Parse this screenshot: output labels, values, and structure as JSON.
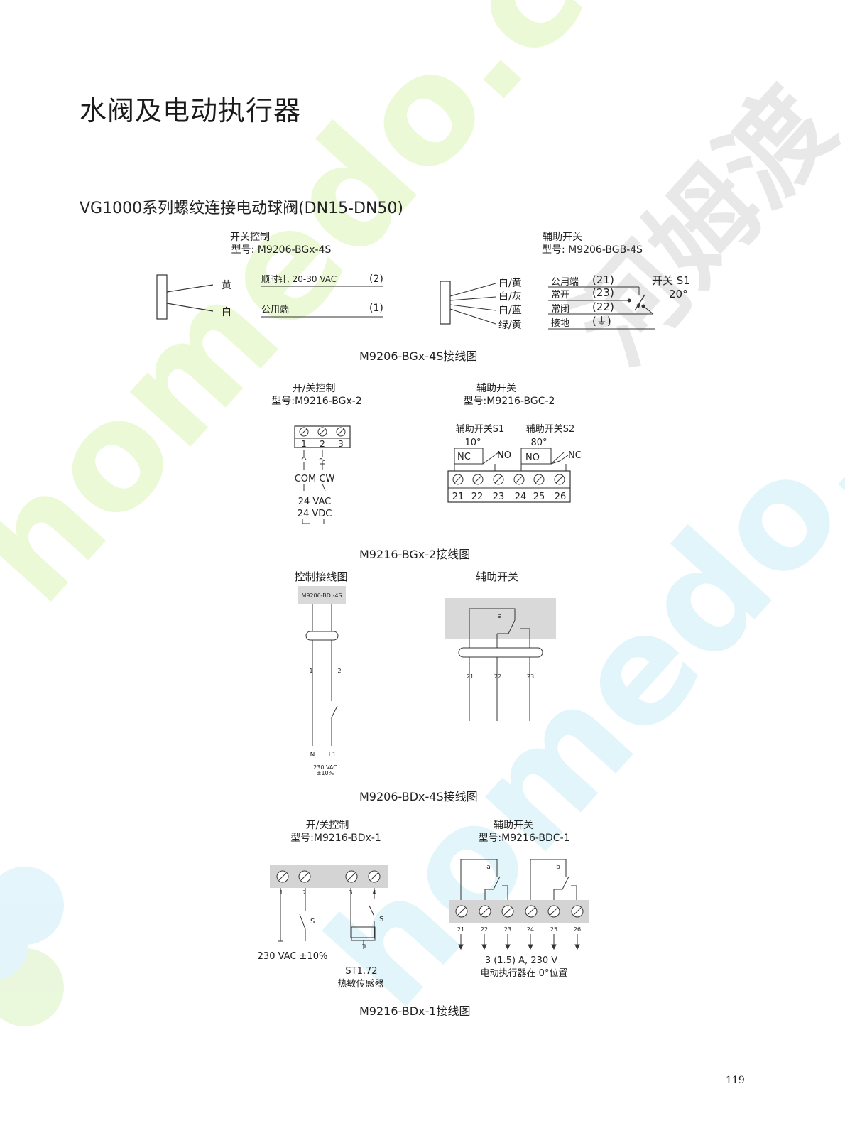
{
  "page": {
    "title": "水阀及电动执行器",
    "section_title": "VG1000系列螺纹连接电动球阀(DN15-DN50)",
    "page_number": "119"
  },
  "watermark": {
    "text": "homedo.com",
    "cjk": "河姆渡",
    "color_green": "#e6f7c9",
    "color_blue": "#d8f3fb"
  },
  "diagram1": {
    "caption": "M9206-BGx-4S接线图",
    "left": {
      "title": "开关控制",
      "model": "型号:  M9206-BGx-4S",
      "wire_yellow": "黄",
      "wire_white": "白",
      "row1_label": "顺时针, 20-30 VAC",
      "row1_num": "(2)",
      "row2_label": "公用端",
      "row2_num": "(1)"
    },
    "right": {
      "title": "辅助开关",
      "model": "型号:  M9206-BGB-4S",
      "wires": [
        "白/黄",
        "白/灰",
        "白/蓝",
        "绿/黄"
      ],
      "terms": [
        {
          "label": "公用端",
          "num": "(21)"
        },
        {
          "label": "常开",
          "num": "(23)"
        },
        {
          "label": "常闭",
          "num": "(22)"
        },
        {
          "label": "接地",
          "num": "(⏚)"
        }
      ],
      "switch_label": "开关 S1",
      "switch_angle": "20°"
    }
  },
  "diagram2": {
    "caption": "M9216-BGx-2接线图",
    "left": {
      "title": "开/关控制",
      "model": "型号:M9216-BGx-2",
      "terminals": [
        "1",
        "2",
        "3"
      ],
      "com_cw": "COM CW",
      "vac": "24 VAC",
      "vdc": "24 VDC"
    },
    "right": {
      "title": "辅助开关",
      "model": "型号:M9216-BGC-2",
      "s1_label": "辅助开关S1",
      "s2_label": "辅助开关S2",
      "s1_angle": "10°",
      "s2_angle": "80°",
      "nc": "NC",
      "no": "NO",
      "terminals": [
        "21",
        "22",
        "23",
        "24",
        "25",
        "26"
      ]
    }
  },
  "diagram3": {
    "caption": "M9206-BDx-4S接线图",
    "left": {
      "title": "控制接线图",
      "model_box": "M9206-BD.-4S",
      "t1": "1",
      "t2": "2",
      "n": "N",
      "l1": "L1",
      "vac": "230 VAC",
      "tol": "±10%"
    },
    "right": {
      "title": "辅助开关",
      "switch_a": "a",
      "terminals": [
        "21",
        "22",
        "23"
      ]
    }
  },
  "diagram4": {
    "caption": "M9216-BDx-1接线图",
    "left": {
      "title": "开/关控制",
      "model": "型号:M9216-BDx-1",
      "terminals": [
        "1",
        "2",
        "3",
        "4"
      ],
      "s": "S",
      "vac": "230 VAC ±10%",
      "sensor_model": "ST1.72",
      "sensor_name": "热敏传感器"
    },
    "right": {
      "title": "辅助开关",
      "model": "型号:M9216-BDC-1",
      "switch_a": "a",
      "switch_b": "b",
      "terminals": [
        "21",
        "22",
        "23",
        "24",
        "25",
        "26"
      ],
      "rating": "3 (1.5) A, 230 V",
      "note": "电动执行器在 0°位置"
    }
  }
}
